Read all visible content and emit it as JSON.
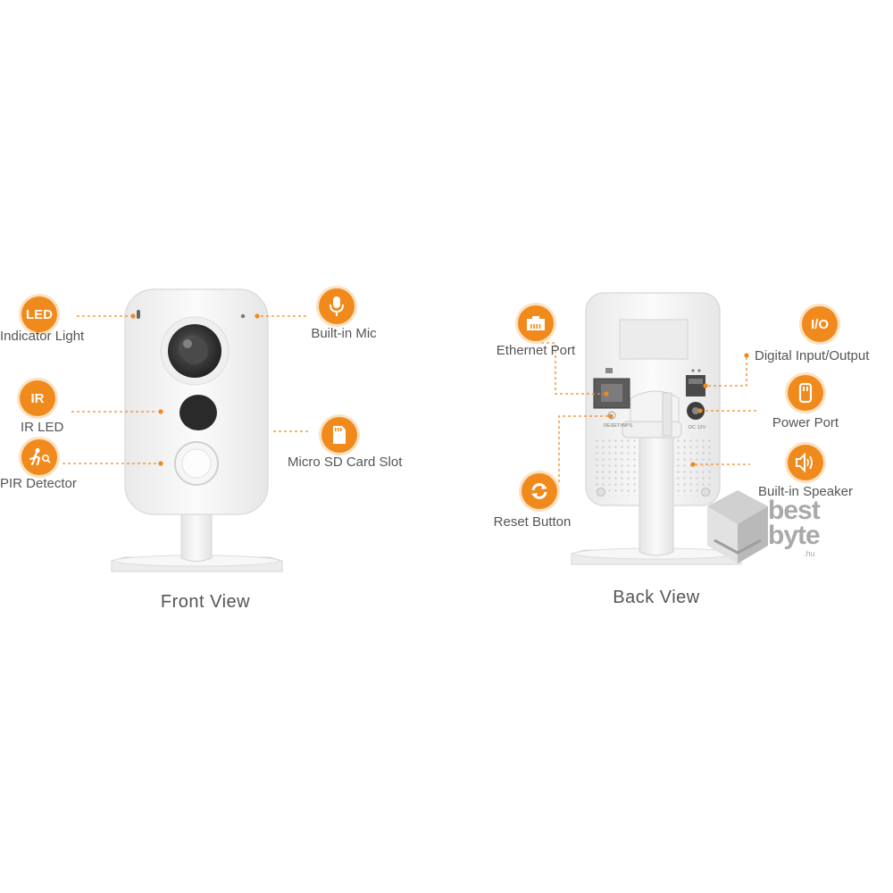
{
  "front": {
    "caption": "Front View",
    "labels": {
      "led_badge": "LED",
      "led": "Indicator Light",
      "ir_badge": "IR",
      "ir": "IR LED",
      "pir": "PIR Detector",
      "mic": "Built-in Mic",
      "sd": "Micro SD Card Slot"
    }
  },
  "back": {
    "caption": "Back View",
    "labels": {
      "ethernet": "Ethernet Port",
      "reset": "Reset Button",
      "io_badge": "I/O",
      "io": "Digital Input/Output",
      "power": "Power Port",
      "speaker": "Built-in Speaker"
    },
    "panel_text": {
      "reset_small": "RESET/WPS",
      "dc_small": "DC 12V"
    }
  },
  "watermark": {
    "line1": "best",
    "line2": "byte",
    "domain": ".hu"
  },
  "colors": {
    "accent": "#f08a1c",
    "body": "#f4f4f4",
    "outline": "#d6d6d6",
    "text": "#555555"
  },
  "icons": {
    "led": "led-text-icon",
    "ir": "ir-text-icon",
    "pir": "running-person-icon",
    "mic": "microphone-icon",
    "sd": "sd-card-icon",
    "ethernet": "ethernet-port-icon",
    "reset": "refresh-icon",
    "io": "io-text-icon",
    "power": "power-plug-icon",
    "speaker": "speaker-icon"
  }
}
